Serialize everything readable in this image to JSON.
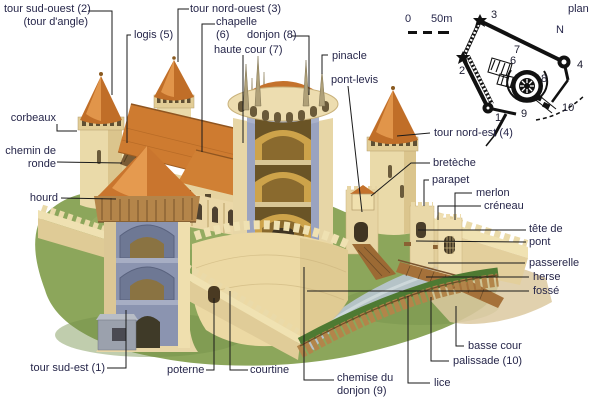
{
  "palette": {
    "stone_light": "#ecdcae",
    "stone_mid": "#e0cb92",
    "roof_orange": "#c4722c",
    "roof_highlight": "#e1954a",
    "interior_gray": "#8b94b0",
    "vault_gold": "#cda34a",
    "wood": "#a5713a",
    "grass": "#8ca65b",
    "moat": "#b5c3c7",
    "sand": "#dcc9a0",
    "label_text": "#26264a",
    "line": "#1a1a1a"
  },
  "labels": {
    "tour_sud_ouest": "tour sud-ouest (2)",
    "tour_angle": "(tour d'angle)",
    "tour_nord_ouest": "tour nord-ouest (3)",
    "logis": "logis (5)",
    "chapelle": "chapelle",
    "chapelle_num": "(6)",
    "donjon": "donjon (8)",
    "haute_cour": "haute cour (7)",
    "pinacle": "pinacle",
    "pont_levis": "pont-levis",
    "tour_nord_est": "tour nord-est (4)",
    "breteche": "bretèche",
    "parapet": "parapet",
    "merlon": "merlon",
    "creneau": "créneau",
    "tete_de_pont_1": "tête de",
    "tete_de_pont_2": "pont",
    "passerelle": "passerelle",
    "herse": "herse",
    "fosse": "fossé",
    "basse_cour": "basse cour",
    "palissade": "palissade (10)",
    "lice": "lice",
    "corbeaux": "corbeaux",
    "chemin_de_ronde_1": "chemin de",
    "chemin_de_ronde_2": "ronde",
    "hourd": "hourd",
    "tour_sud_est": "tour sud-est (1)",
    "poterne": "poterne",
    "courtine": "courtine",
    "chemise_1": "chemise du",
    "chemise_2": "donjon (9)"
  },
  "plan": {
    "title": "plan",
    "north": "N",
    "scale_start": "0",
    "scale_end": "50m",
    "numbers": {
      "t1": "1",
      "t2": "2",
      "t3": "3",
      "t4": "4",
      "t6": "6",
      "t7": "7",
      "t8": "8",
      "t9": "9",
      "t10": "10"
    }
  }
}
